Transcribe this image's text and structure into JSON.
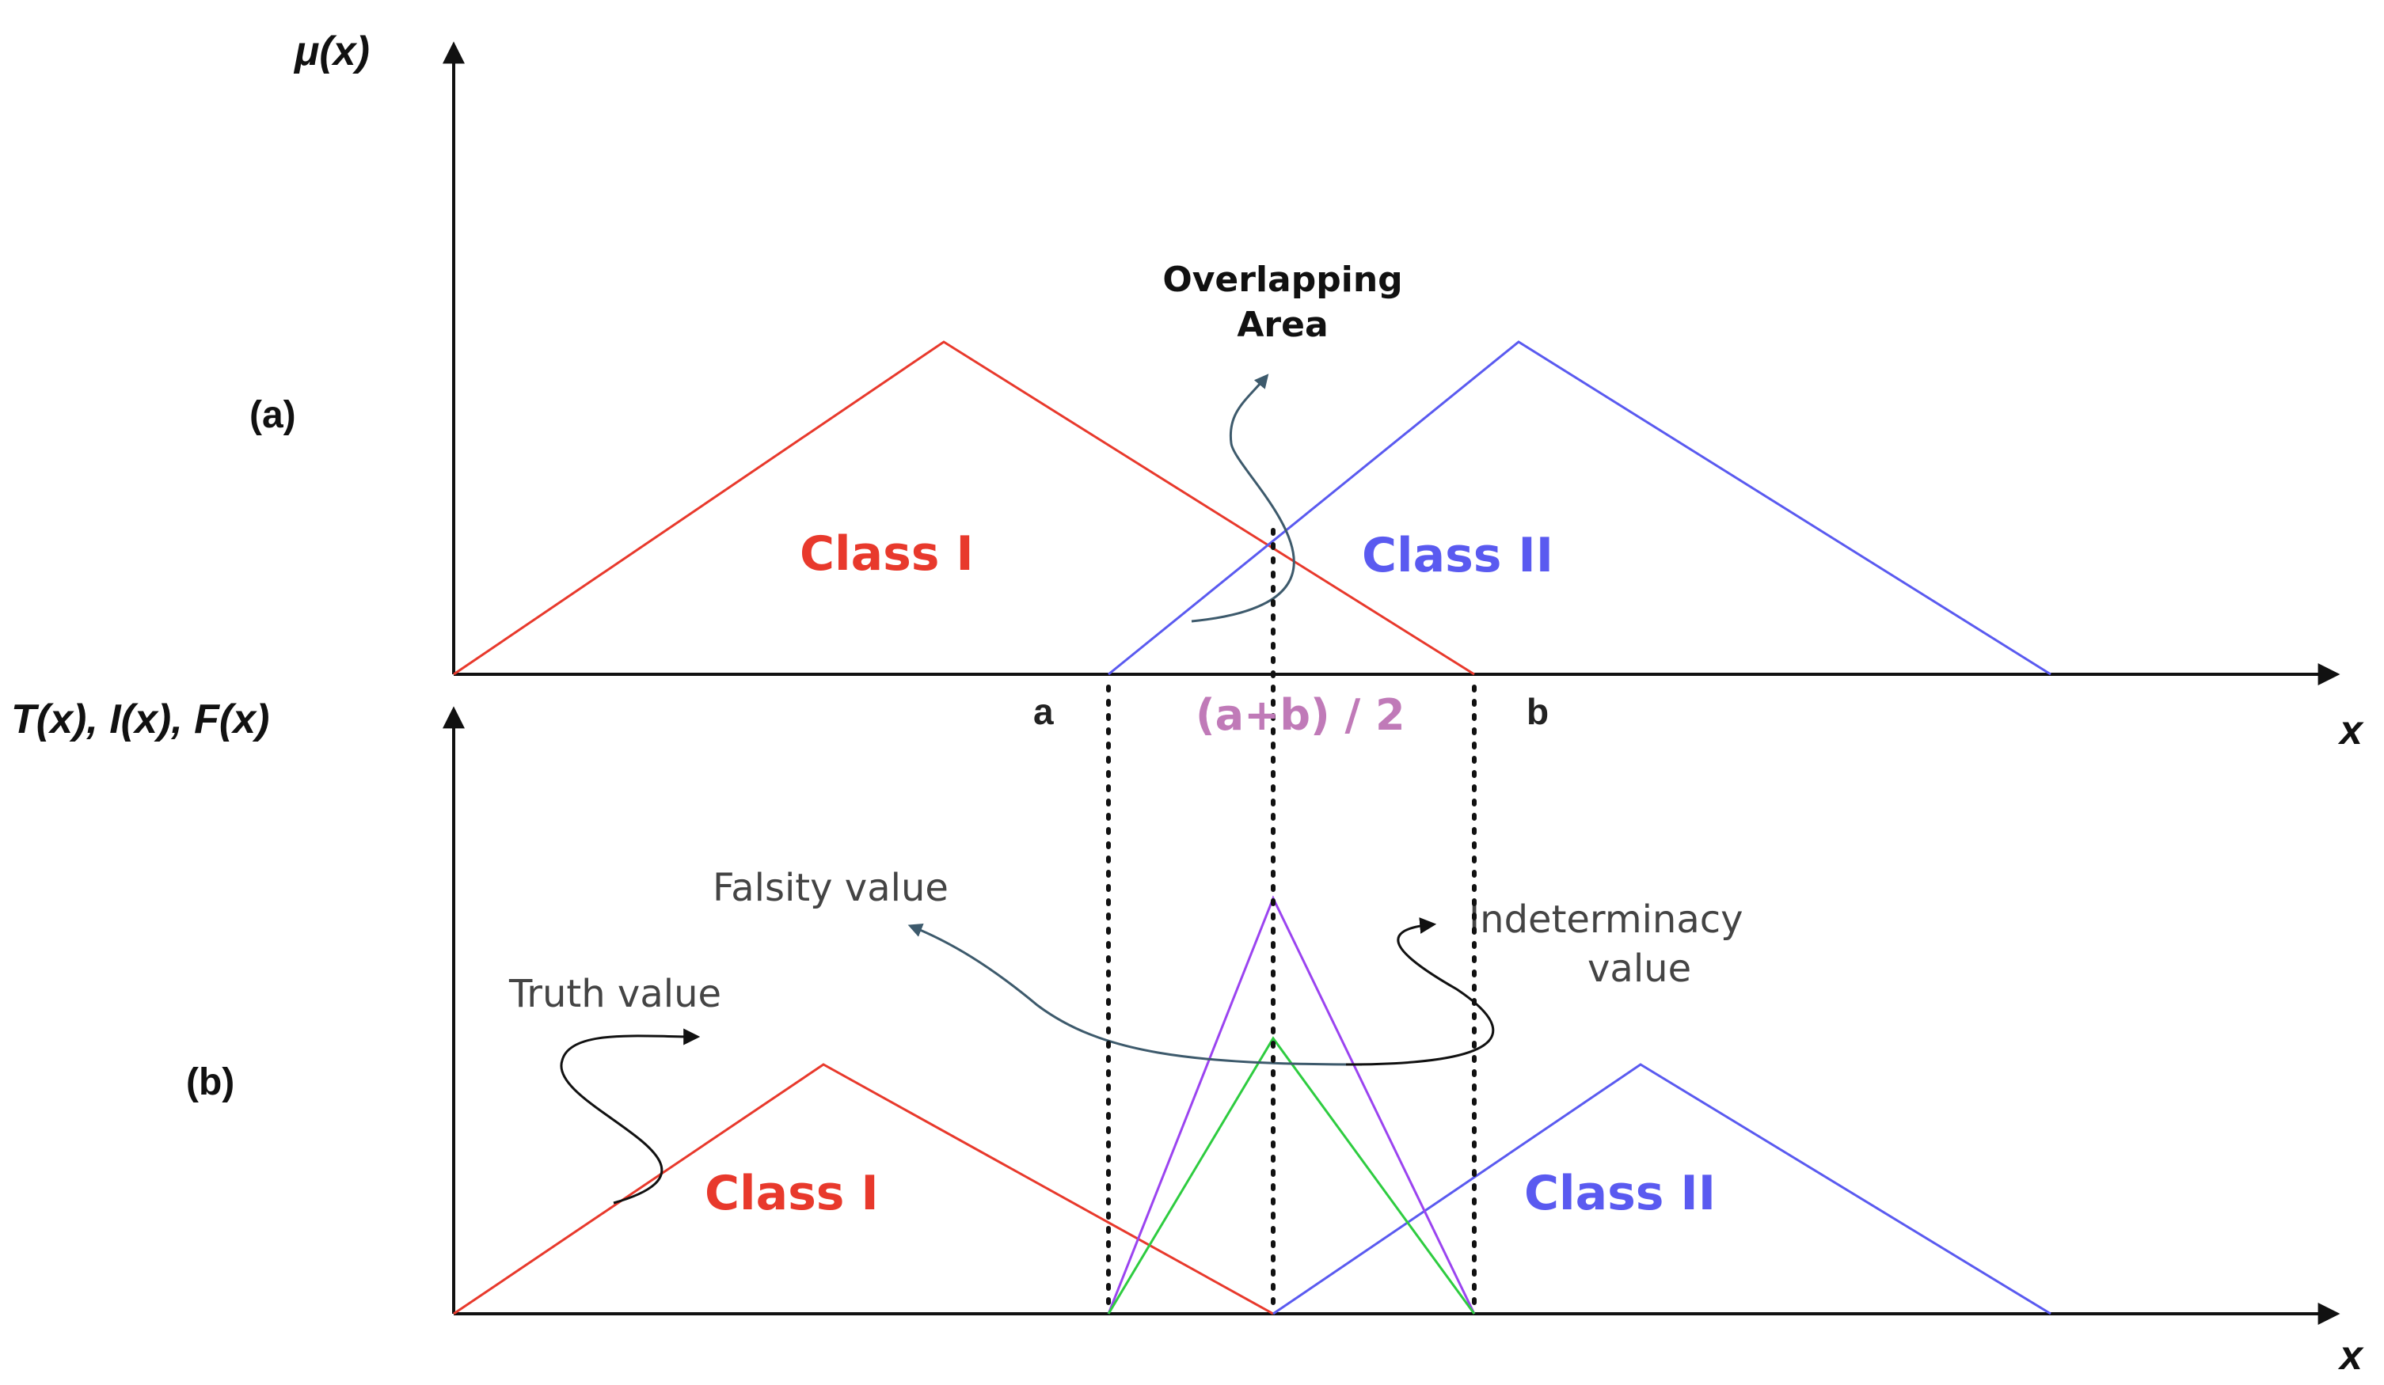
{
  "colors": {
    "class1": "#e8392c",
    "class2": "#5a5af0",
    "indeterminacy": "#9b44f0",
    "falsity": "#2ecc40",
    "midpoint": "#c07ab8",
    "arrow_dark": "#3d5a6c",
    "arrow_black": "#111111",
    "axis": "#111111"
  },
  "panel_a": {
    "label": "(a)",
    "y_axis_label": "μ(x)",
    "x_axis_label": "x",
    "overlap_label_line1": "Overlapping",
    "overlap_label_line2": "Area",
    "class1_label": "Class I",
    "class2_label": "Class II"
  },
  "panel_b": {
    "label": "(b)",
    "y_axis_label": "T(x), I(x), F(x)",
    "x_axis_label": "x",
    "truth_label": "Truth value",
    "falsity_label": "Falsity value",
    "indeterminacy_line1": "Indeterminacy",
    "indeterminacy_line2": "value",
    "class1_label": "Class I",
    "class2_label": "Class II"
  },
  "points": {
    "a": "a",
    "b": "b",
    "mid": "(a+b) / 2"
  },
  "icons": {
    "overlap_arrow": "curved-arrow-icon",
    "truth_arrow": "curved-arrow-icon",
    "falsity_arrow": "curved-arrow-icon",
    "indeterminacy_arrow": "curved-arrow-icon"
  }
}
